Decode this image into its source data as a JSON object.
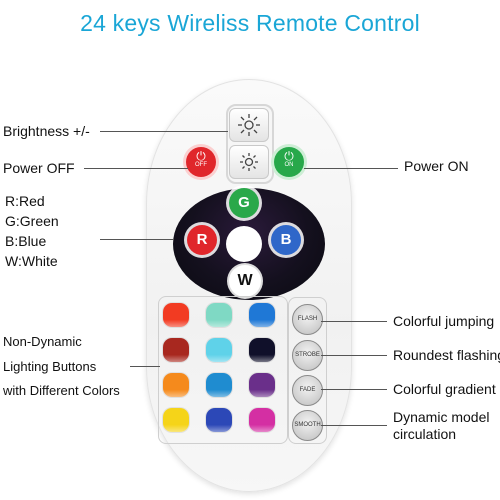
{
  "title": "24 keys Wireliss Remote Control",
  "labels": {
    "brightness": "Brightness +/-",
    "power_off": "Power OFF",
    "power_on": "Power ON",
    "red": "R:Red",
    "green": "G:Green",
    "blue": "B:Blue",
    "white": "W:White",
    "non_dynamic_1": "Non-Dynamic",
    "non_dynamic_2": "Lighting Buttons",
    "non_dynamic_3": "with Different Colors",
    "colorful_jumping": "Colorful jumping",
    "roundest_flashing": "Roundest flashing",
    "colorful_gradient": "Colorful gradient",
    "dynamic_model_1": "Dynamic model",
    "dynamic_model_2": "circulation"
  },
  "remote": {
    "power_off_button": {
      "glyph": "⏻",
      "text": "OFF",
      "color": "#e0262b"
    },
    "power_on_button": {
      "glyph": "⏻",
      "text": "ON",
      "color": "#27a84a"
    },
    "color_buttons": {
      "r": "R",
      "g": "G",
      "b": "B",
      "w": "W"
    },
    "mode_buttons": [
      "FLASH",
      "STROBE",
      "FADE",
      "SMOOTH"
    ],
    "color_grid_colors": [
      [
        "#f23b22",
        "#7fd9c4",
        "#1f78d6"
      ],
      [
        "#a8281f",
        "#5fd2e9",
        "#10102a"
      ],
      [
        "#f58a1c",
        "#1f8cd0",
        "#6a2f8a"
      ],
      [
        "#f5d419",
        "#2c48b7",
        "#d42fa3"
      ]
    ]
  }
}
